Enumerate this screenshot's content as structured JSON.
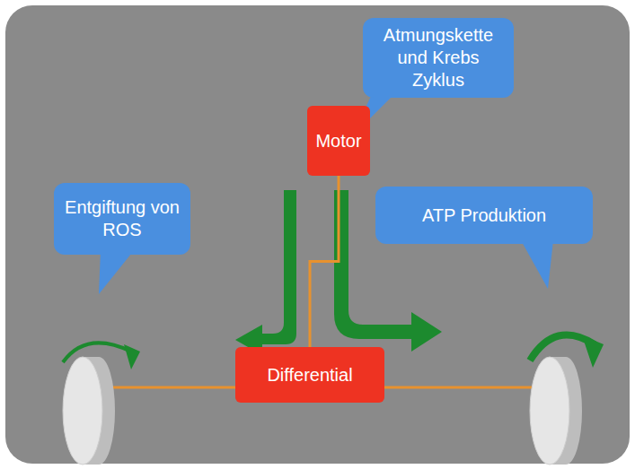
{
  "diagram": {
    "nodes": [
      {
        "text": [
          "Atmungskette und Krebs Zyklus"
        ]
      },
      {
        "text": [
          "Motor"
        ]
      },
      {
        "text": [
          "Entgiftung von ROS"
        ]
      },
      {
        "text": [
          "ATP Produktion"
        ]
      },
      {
        "text": [
          "Differential"
        ]
      }
    ],
    "edges": [
      {
        "from": 1,
        "to": 4,
        "arrow": "none"
      }
    ]
  }
}
